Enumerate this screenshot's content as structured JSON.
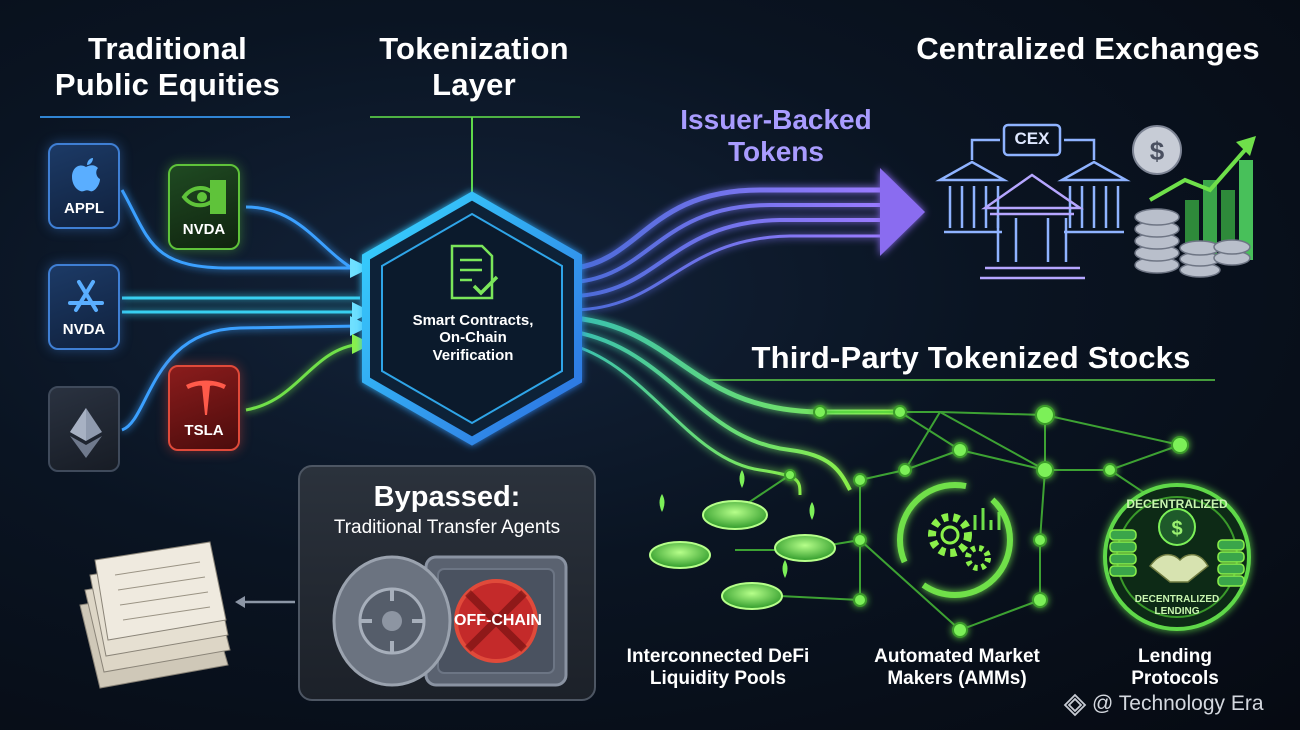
{
  "headings": {
    "equities": [
      "Traditional",
      "Public Equities"
    ],
    "tokenization": [
      "Tokenization",
      "Layer"
    ],
    "cex": "Centralized Exchanges",
    "issuer": [
      "Issuer-Backed",
      "Tokens"
    ],
    "third_party": "Third-Party Tokenized Stocks"
  },
  "tickers": {
    "apple": "APPL",
    "nvda_green": "NVDA",
    "nvda_blue": "NVDA",
    "tesla": "TSLA"
  },
  "hexagon_text": [
    "Smart Contracts,",
    "On-Chain",
    "Verification"
  ],
  "cex_badge": "CEX",
  "bypassed": {
    "title": "Bypassed:",
    "subtitle": "Traditional Transfer Agents",
    "stamp": "OFF-CHAIN"
  },
  "defi": {
    "pools": [
      "Interconnected DeFi",
      "Liquidity Pools"
    ],
    "amm": [
      "Automated Market",
      "Makers (AMMs)"
    ],
    "lending": [
      "Lending",
      "Protocols"
    ],
    "badge_top": "DECENTRALIZED",
    "badge_bottom": [
      "DECENTRALIZED",
      "LENDING"
    ]
  },
  "watermark": "@ Technology Era",
  "colors": {
    "blue": "#3f7fd4",
    "cyan": "#39d0f0",
    "green": "#5fd84a",
    "purple": "#8a6cf0",
    "red": "#e04a3a"
  }
}
